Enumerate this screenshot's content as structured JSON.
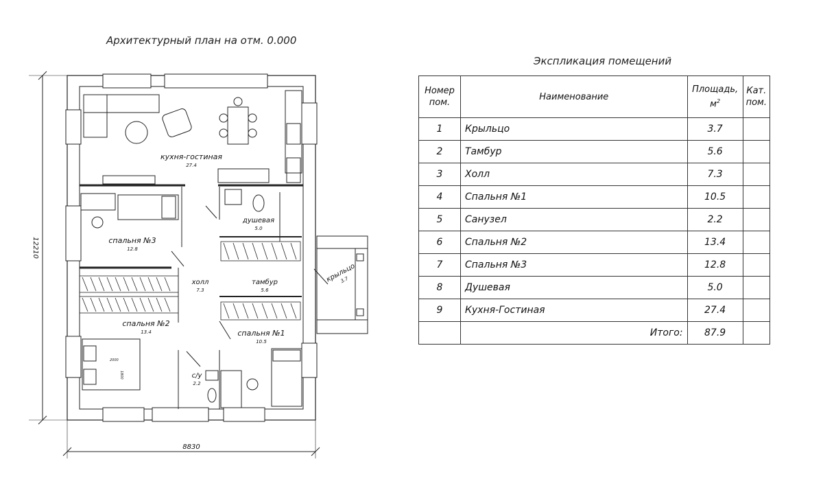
{
  "plan": {
    "title": "Архитектурный план на отм. 0.000",
    "dim_width": "8830",
    "dim_height": "12210",
    "rooms": [
      {
        "id": "kitchen",
        "name": "кухня-гостиная",
        "area": "27.4"
      },
      {
        "id": "shower",
        "name": "душевая",
        "area": "5.0"
      },
      {
        "id": "bedroom3",
        "name": "спальня №3",
        "area": "12.8"
      },
      {
        "id": "hall",
        "name": "холл",
        "area": "7.3"
      },
      {
        "id": "vestibule",
        "name": "тамбур",
        "area": "5.6"
      },
      {
        "id": "porch",
        "name": "крыльцо",
        "area": "3.7"
      },
      {
        "id": "bedroom2",
        "name": "спальня №2",
        "area": "13.4"
      },
      {
        "id": "bedroom1",
        "name": "спальня №1",
        "area": "10.5"
      },
      {
        "id": "wc",
        "name": "с/у",
        "area": "2.2"
      }
    ],
    "bed_dim_w": "2000",
    "bed_dim_h": "1800"
  },
  "explication": {
    "title": "Экспликация помещений",
    "headers": {
      "num_line1": "Номер",
      "num_line2": "пом.",
      "name": "Наименование",
      "area_line1": "Площадь,",
      "area_unit": "м",
      "area_sup": "2",
      "cat_line1": "Кат.",
      "cat_line2": "пом."
    },
    "rows": [
      {
        "num": "1",
        "name": "Крыльцо",
        "area": "3.7"
      },
      {
        "num": "2",
        "name": "Тамбур",
        "area": "5.6"
      },
      {
        "num": "3",
        "name": "Холл",
        "area": "7.3"
      },
      {
        "num": "4",
        "name": "Спальня №1",
        "area": "10.5"
      },
      {
        "num": "5",
        "name": "Санузел",
        "area": "2.2"
      },
      {
        "num": "6",
        "name": "Спальня №2",
        "area": "13.4"
      },
      {
        "num": "7",
        "name": "Спальня №3",
        "area": "12.8"
      },
      {
        "num": "8",
        "name": "Душевая",
        "area": "5.0"
      },
      {
        "num": "9",
        "name": "Кухня-Гостиная",
        "area": "27.4"
      }
    ],
    "total_label": "Итого:",
    "total_value": "87.9"
  }
}
